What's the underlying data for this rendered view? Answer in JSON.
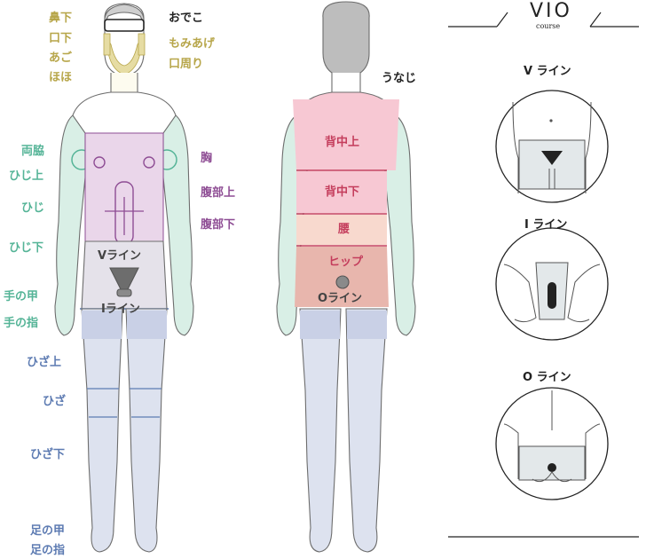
{
  "colors": {
    "face": "#b7a64a",
    "arm": "#55b497",
    "torso": "#8e4d94",
    "leg": "#5d7bb2",
    "back": "#c43d5c",
    "outline": "#6d6d6d"
  },
  "front_labels": {
    "hana_shita": "鼻下",
    "kuchi_shita": "口下",
    "ago": "あご",
    "hoho": "ほほ",
    "odeko": "おでこ",
    "momiage": "もみあげ",
    "kuchi_mawari": "口周り",
    "ryowaki": "両脇",
    "hiji_ue": "ひじ上",
    "hiji": "ひじ",
    "hiji_shita": "ひじ下",
    "te_no_kou": "手の甲",
    "te_no_yubi": "手の指",
    "mune": "胸",
    "fukubu_ue": "腹部上",
    "fukubu_shita": "腹部下",
    "v_line": "Vライン",
    "i_line": "Iライン",
    "hiza_ue": "ひざ上",
    "hiza": "ひざ",
    "hiza_shita": "ひざ下",
    "ashi_no_kou": "足の甲",
    "ashi_no_yubi": "足の指"
  },
  "back_labels": {
    "unaji": "うなじ",
    "senaka_ue": "背中上",
    "senaka_shita": "背中下",
    "koshi": "腰",
    "hip": "ヒップ",
    "o_line": "Oライン"
  },
  "vio": {
    "title": "VIO",
    "subtitle": "course",
    "v_label": "V ライン",
    "i_label": "I ライン",
    "o_label": "O ライン"
  }
}
